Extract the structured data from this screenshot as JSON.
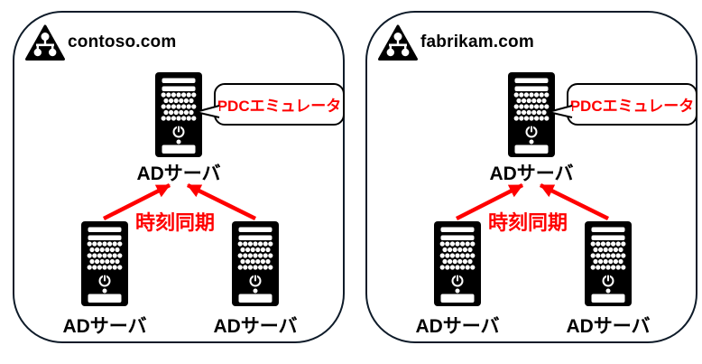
{
  "diagram": {
    "type": "active-directory-time-sync-diagram",
    "colors": {
      "background": "#ffffff",
      "panel_fill": "#ffffff",
      "panel_border": "#0e1b29",
      "server_fill": "#000000",
      "accent_red": "#ff0000",
      "text": "#000000"
    },
    "icons": {
      "domain_icon": "ad-domain-triangle-icon",
      "server_icon": "server-tower-icon"
    },
    "panels": [
      {
        "domain": "contoso.com",
        "pdc_label": "PDCエミュレータ",
        "sync_label": "時刻同期",
        "servers": {
          "top": "ADサーバ",
          "bottom_left": "ADサーバ",
          "bottom_right": "ADサーバ"
        }
      },
      {
        "domain": "fabrikam.com",
        "pdc_label": "PDCエミュレータ",
        "sync_label": "時刻同期",
        "servers": {
          "top": "ADサーバ",
          "bottom_left": "ADサーバ",
          "bottom_right": "ADサーバ"
        }
      }
    ]
  }
}
